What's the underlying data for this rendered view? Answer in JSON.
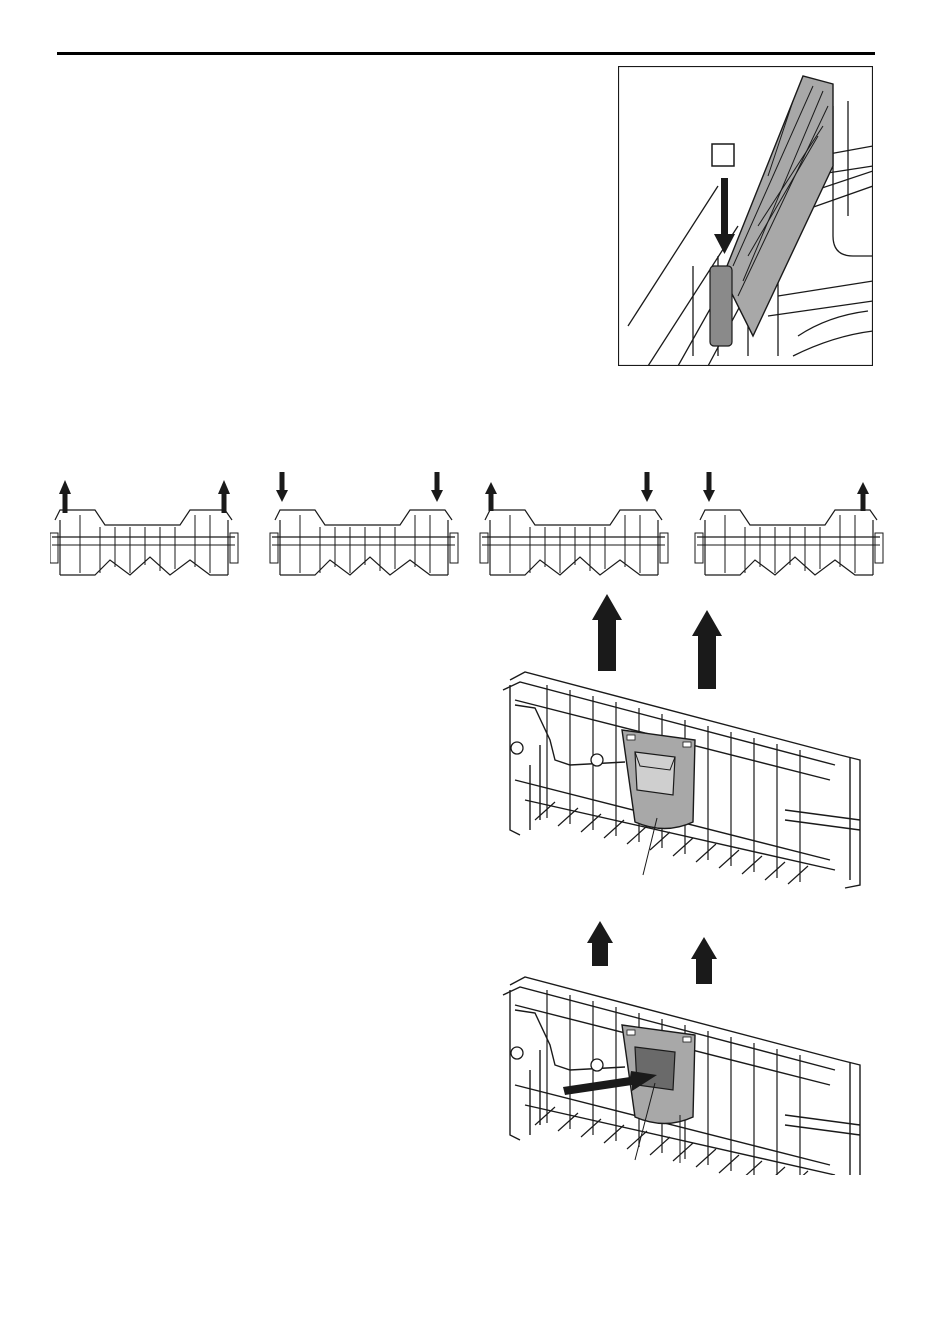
{
  "colors": {
    "ink": "#1a1a1a",
    "tint": "#a8a8a8",
    "dark": "#6a6a6a",
    "page": "#ffffff"
  },
  "figures": {
    "fold_tines": {
      "icon": "arrow-down-icon",
      "marker": ""
    },
    "height_positions": [
      {
        "left": "up",
        "right": "up"
      },
      {
        "left": "down",
        "right": "down"
      },
      {
        "left": "up",
        "right": "down"
      },
      {
        "left": "down",
        "right": "up"
      }
    ],
    "lift_basket": {
      "icon": "arrow-up-icon"
    },
    "release_lever": {
      "icon": "arrow-right-icon"
    }
  }
}
